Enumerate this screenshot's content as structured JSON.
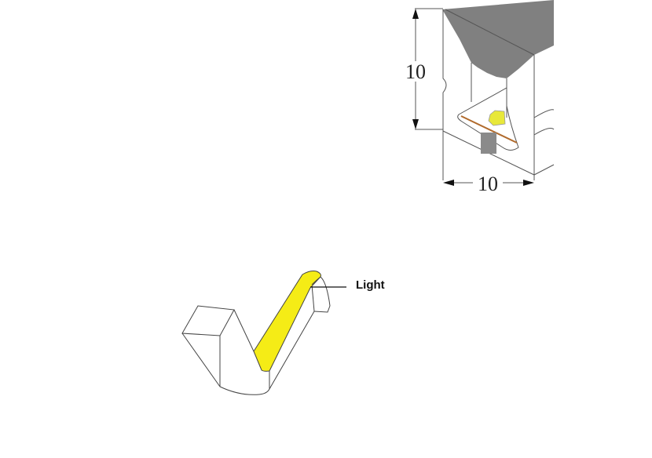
{
  "profile_diagram": {
    "height_label": "10",
    "width_label": "10",
    "colors": {
      "cover": "#808080",
      "led_chip": "#e8e83a",
      "pcb_strip": "#b06a2c",
      "support": "#8a8a8a"
    }
  },
  "bend_diagram": {
    "callout_label": "Light",
    "colors": {
      "light_face": "#f5ec16",
      "outline": "#444444"
    }
  }
}
